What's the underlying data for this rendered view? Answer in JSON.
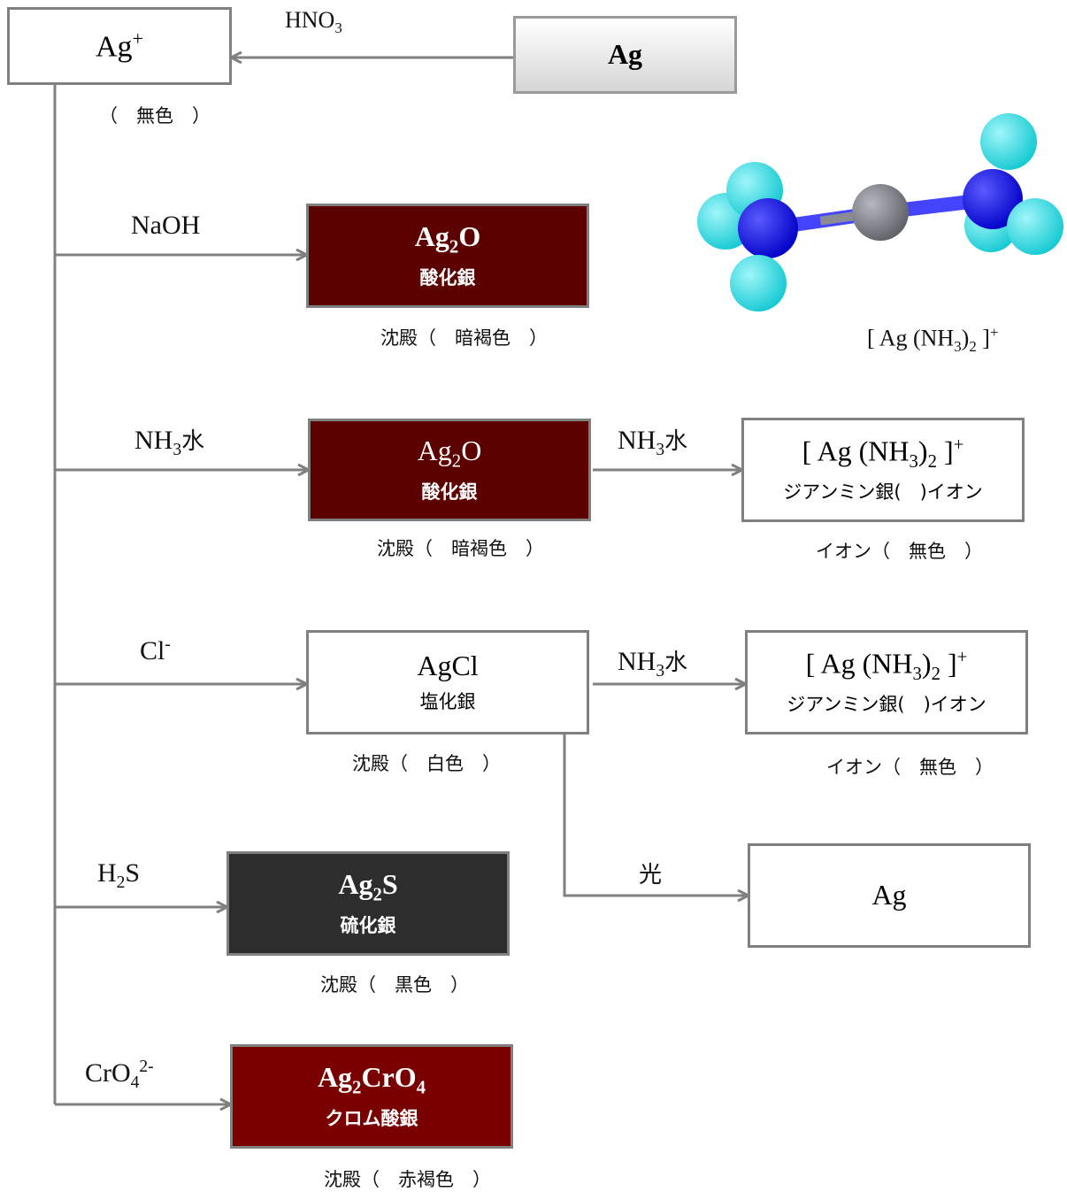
{
  "ag_ion": {
    "formula": "Ag",
    "charge": "+",
    "caption": "（　無色　）"
  },
  "start": {
    "formula": "Ag",
    "reagent": "HNO",
    "reagent_sub": "3"
  },
  "naoh": {
    "reagent": "NaOH",
    "formula_a": "Ag",
    "formula_sub": "2",
    "formula_b": "O",
    "name": "酸化銀",
    "caption": "沈殿（　暗褐色　）"
  },
  "nh3": {
    "reagent_a": "NH",
    "reagent_sub": "3",
    "reagent_b": "水",
    "formula_a": "Ag",
    "formula_sub": "2",
    "formula_b": "O",
    "name": "酸化銀",
    "caption": "沈殿（　暗褐色　）"
  },
  "nh3_complex": {
    "reagent_a": "NH",
    "reagent_sub": "3",
    "reagent_b": "水",
    "name": "ジアンミン銀(　)イオン",
    "caption": "イオン（　無色　）"
  },
  "cl": {
    "reagent": "Cl",
    "reagent_sup": "-",
    "formula": "AgCl",
    "name": "塩化銀",
    "caption": "沈殿（　白色　）"
  },
  "cl_complex": {
    "reagent_a": "NH",
    "reagent_sub": "3",
    "reagent_b": "水",
    "name": "ジアンミン銀(　)イオン",
    "caption": "イオン（　無色　）"
  },
  "light": {
    "reagent": "光",
    "formula": "Ag"
  },
  "h2s": {
    "reagent_a": "H",
    "reagent_sub": "2",
    "reagent_b": "S",
    "formula_a": "Ag",
    "formula_sub": "2",
    "formula_b": "S",
    "name": "硫化銀",
    "caption": "沈殿（　黒色　）"
  },
  "cro4": {
    "reagent_a": "CrO",
    "reagent_sub": "4",
    "reagent_sup": "2-",
    "formula_a": "Ag",
    "formula_sub": "2",
    "formula_b": "CrO",
    "formula_sub2": "4",
    "name": "クロム酸銀",
    "caption": "沈殿（　赤褐色　）"
  },
  "complex": {
    "open": "[ Ag (NH",
    "sub1": "3",
    "mid": ")",
    "sub2": "2",
    "close": " ]",
    "charge": "+"
  },
  "model_caption": {
    "open": "[ Ag (NH",
    "sub1": "3",
    "mid": ")",
    "sub2": "2",
    "close": " ]",
    "charge": "+"
  },
  "colors": {
    "line": "#808080",
    "oxide": "#5c0000",
    "sulfide": "#2d2d2d",
    "chromate": "#7a0000",
    "nitrogen": "#0000ee",
    "hydrogen": "#1fd8e0",
    "silver": "#70737c"
  }
}
